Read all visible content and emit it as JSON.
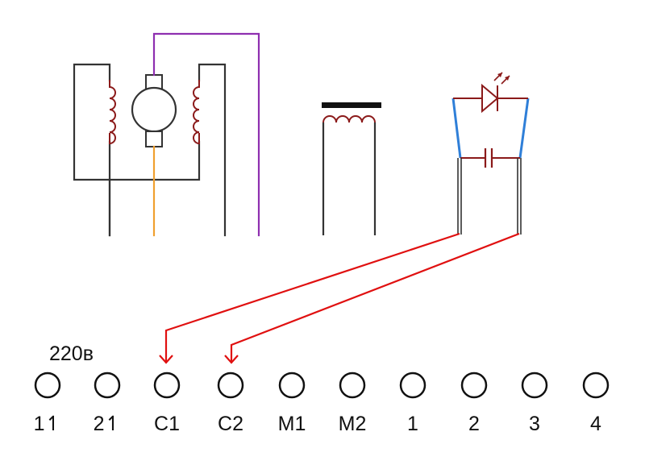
{
  "supply_label": "220в",
  "terminals": [
    {
      "id": "t1",
      "label": "1↿"
    },
    {
      "id": "t2",
      "label": "2↿"
    },
    {
      "id": "tc1",
      "label": "С1"
    },
    {
      "id": "tc2",
      "label": "С2"
    },
    {
      "id": "tm1",
      "label": "М1"
    },
    {
      "id": "tm2",
      "label": "М2"
    },
    {
      "id": "tn1",
      "label": "1"
    },
    {
      "id": "tn2",
      "label": "2"
    },
    {
      "id": "tn3",
      "label": "3"
    },
    {
      "id": "tn4",
      "label": "4"
    }
  ],
  "components": {
    "motor": "motor-icon",
    "field_coils": "inductor-icon",
    "choke": "inductor-icon",
    "led": "led-icon",
    "capacitor": "capacitor-icon"
  },
  "colors": {
    "frame": "#333333",
    "coil": "#8b1a1a",
    "armature_lead": "#f0a030",
    "motor_lead": "#8e2fb0",
    "led_bus": "#2f7fd8",
    "connection_arrow": "#e01010"
  }
}
